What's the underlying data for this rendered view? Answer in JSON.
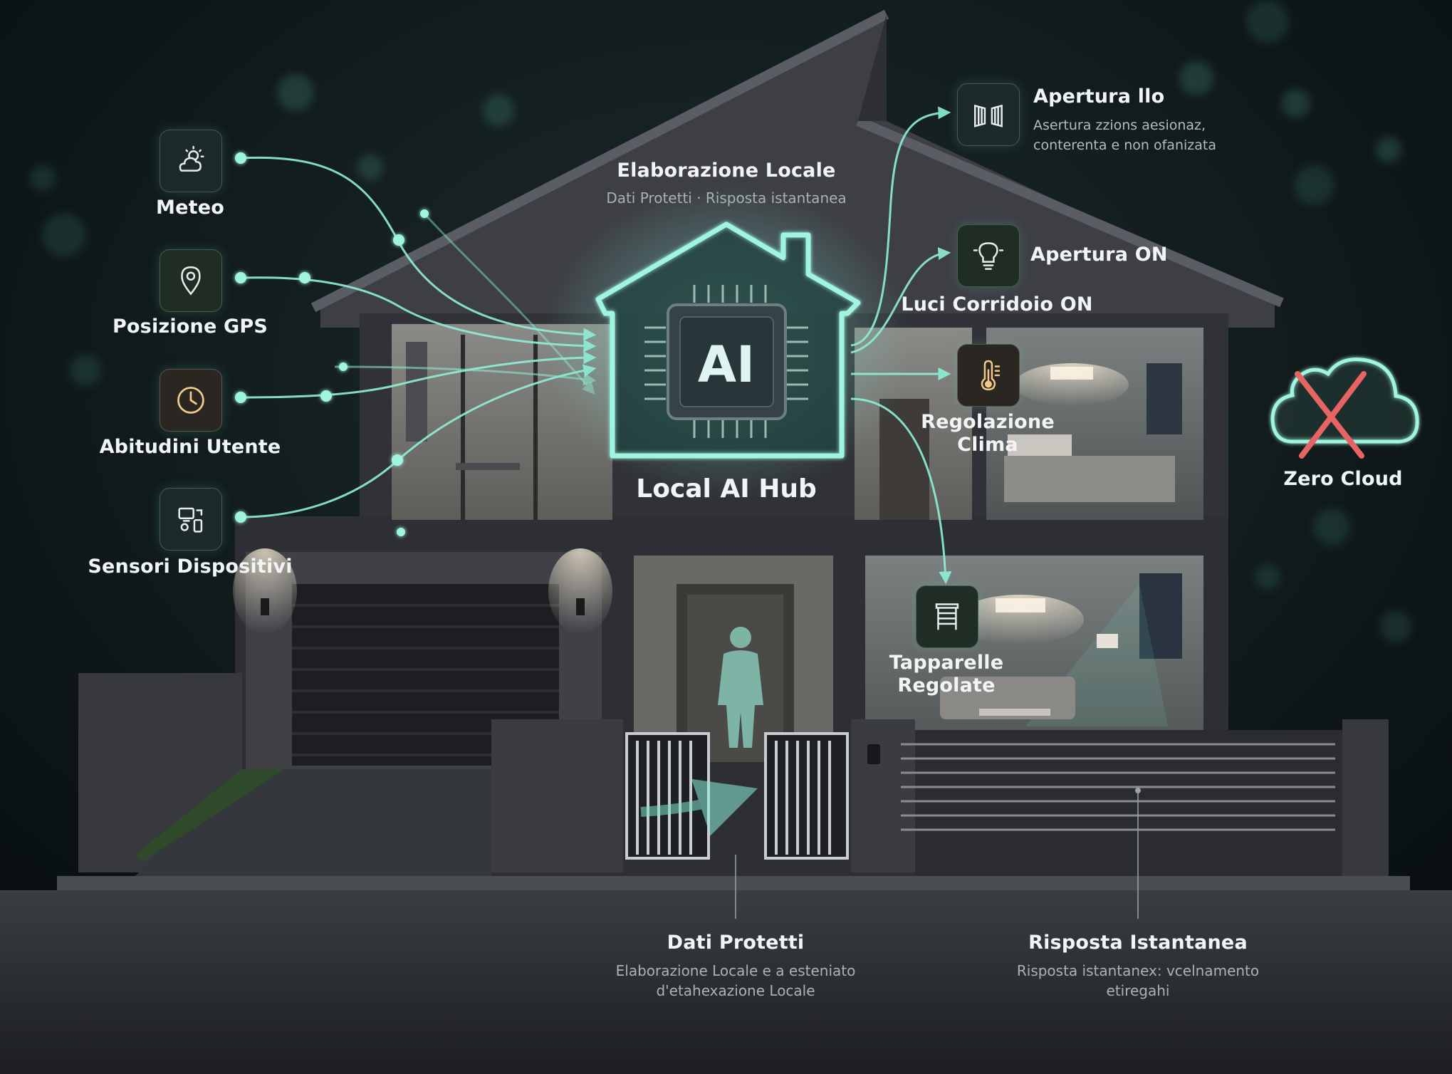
{
  "inputs": [
    {
      "label": "Meteo",
      "icon": "weather-icon"
    },
    {
      "label": "Posizione GPS",
      "icon": "location-pin-icon"
    },
    {
      "label": "Abitudini Utente",
      "icon": "clock-icon"
    },
    {
      "label": "Sensori Dispositivi",
      "icon": "devices-icon"
    }
  ],
  "hub": {
    "title": "Elaborazione Locale",
    "subtitle": "Dati Protetti · Risposta istantanea",
    "chip_text": "AI",
    "label": "Local AI Hub"
  },
  "outputs": [
    {
      "title": "Apertura llo",
      "desc_line1": "Asertura zzions aesionaz,",
      "desc_line2": "conterenta e non ofanizata",
      "icon": "gate-icon"
    },
    {
      "title": "Apertura ON",
      "caption": "Luci Corridoio ON",
      "icon": "light-bulb-icon"
    },
    {
      "title_line1": "Regolazione",
      "title_line2": "Clima",
      "icon": "thermometer-icon"
    },
    {
      "title_line1": "Tapparelle",
      "title_line2": "Regolate",
      "icon": "blinds-icon"
    }
  ],
  "cloud": {
    "label": "Zero Cloud",
    "icon": "cloud-crossed-icon"
  },
  "footer": [
    {
      "title": "Dati Protetti",
      "line1": "Elaborazione Locale e a esteniato",
      "line2": "d'etahexazione Locale"
    },
    {
      "title": "Risposta Istantanea",
      "line1": "Risposta istantanex: vcelnamento",
      "line2": "etiregahi"
    }
  ],
  "colors": {
    "accent": "#7fe3cc",
    "background": "#0c1416",
    "cross": "#e86464"
  }
}
